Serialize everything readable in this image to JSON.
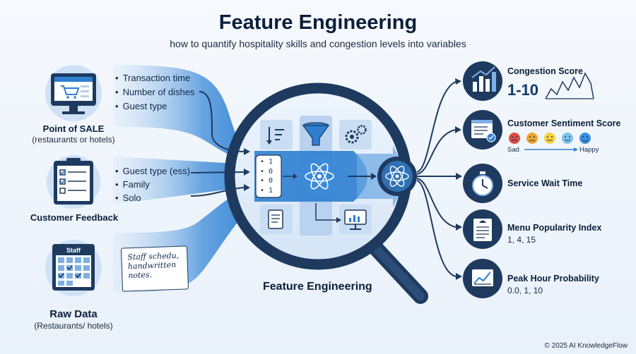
{
  "header": {
    "title": "Feature Engineering",
    "subtitle": "how to quantify hospitality skills and congestion levels into variables"
  },
  "sources": [
    {
      "title": "Point of SALE",
      "subtitle": "(restaurants or hotels)",
      "icon": "pos-terminal-icon",
      "items": [
        "Transaction time",
        "Number of dishes",
        "Guest type"
      ]
    },
    {
      "title": "Customer Feedback",
      "icon": "clipboard-checklist-icon",
      "items": [
        "Guest type (ess)",
        "Family",
        "Solo"
      ]
    },
    {
      "title": "Raw Data",
      "subtitle": "(Restaurants/ hotels)",
      "icon": "staff-calendar-icon",
      "calendar_label": "Staff",
      "note": "Staff schedu, handwritten notes."
    }
  ],
  "center": {
    "label": "Feature Engineering",
    "sort_digits": [
      "1",
      "0",
      "0",
      "1"
    ]
  },
  "outputs": [
    {
      "title": "Congestion Score",
      "value": "1-10",
      "icon": "bar-chart-icon"
    },
    {
      "title": "Customer Sentiment Score",
      "icon": "review-form-icon",
      "scale_low": "Sad",
      "scale_high": "Happy"
    },
    {
      "title": "Service Wait Time",
      "icon": "stopwatch-icon"
    },
    {
      "title": "Menu Popularity Index",
      "value": "1, 4, 15",
      "icon": "menu-card-icon"
    },
    {
      "title": "Peak Hour Probability",
      "value": "0.0, 1, 10",
      "icon": "trend-chart-icon"
    }
  ],
  "footer": {
    "copyright": "© 2025 AI KnowledgeFlow"
  },
  "colors": {
    "navy": "#1e3a5f",
    "accent_blue": "#2f7fd0",
    "light_blue": "#cfe1f5",
    "sentiment": [
      "#e04b3f",
      "#f0a52e",
      "#f2d33c",
      "#7ec3ea",
      "#3a8fe0"
    ]
  }
}
